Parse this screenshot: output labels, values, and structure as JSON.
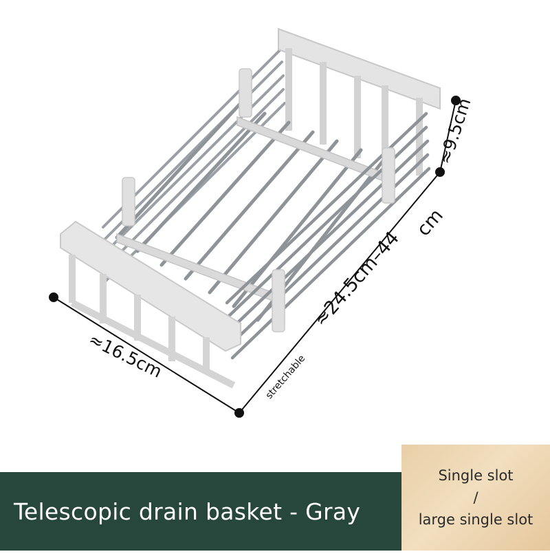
{
  "product": {
    "title": "Telescopic drain basket - Gray"
  },
  "dimensions": {
    "width": "≈16.5cm",
    "height": "≈9.5cm",
    "length": "≈24.5cm–44",
    "length_unit": "cm",
    "stretch_note": "stretchable"
  },
  "variant": {
    "line1": "Single slot",
    "separator": "/",
    "line2": "large single slot"
  },
  "colors": {
    "banner": "#27473d",
    "frame": "#dcdcdc",
    "rod": "#a9adb1",
    "variant_bg": "#ecd4ac"
  }
}
